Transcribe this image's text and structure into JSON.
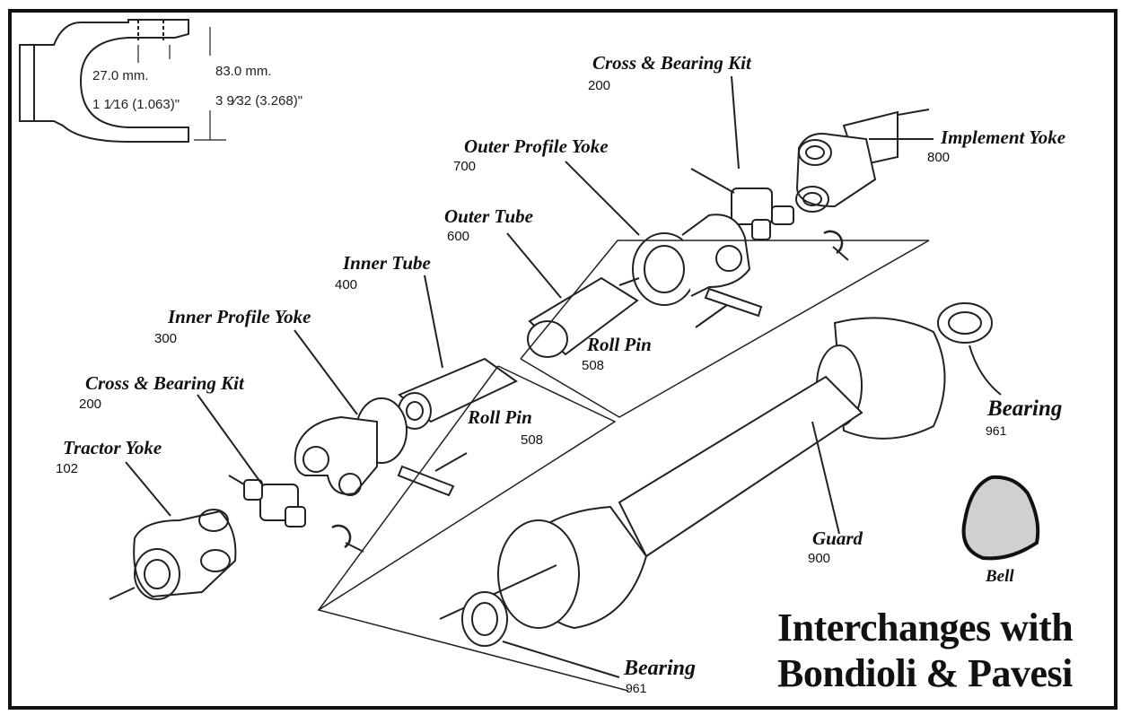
{
  "inset": {
    "width_mm": "27.0 mm.",
    "width_in": "1 1⁄16 (1.063)\"",
    "height_mm": "83.0 mm.",
    "height_in": "3 9⁄32 (3.268)\""
  },
  "parts": [
    {
      "name": "Cross & Bearing Kit",
      "number": "200"
    },
    {
      "name": "Implement Yoke",
      "number": "800"
    },
    {
      "name": "Outer Profile Yoke",
      "number": "700"
    },
    {
      "name": "Outer Tube",
      "number": "600"
    },
    {
      "name": "Inner Tube",
      "number": "400"
    },
    {
      "name": "Inner Profile Yoke",
      "number": "300"
    },
    {
      "name": "Roll Pin",
      "number": "508"
    },
    {
      "name": "Cross & Bearing Kit",
      "number": "200"
    },
    {
      "name": "Roll Pin",
      "number": "508"
    },
    {
      "name": "Tractor Yoke",
      "number": "102"
    },
    {
      "name": "Bearing",
      "number": "961"
    },
    {
      "name": "Guard",
      "number": "900"
    },
    {
      "name": "Bearing",
      "number": "961"
    }
  ],
  "profile_label": "Bell",
  "headline": {
    "line1": "Interchanges with",
    "line2": "Bondioli & Pavesi"
  }
}
